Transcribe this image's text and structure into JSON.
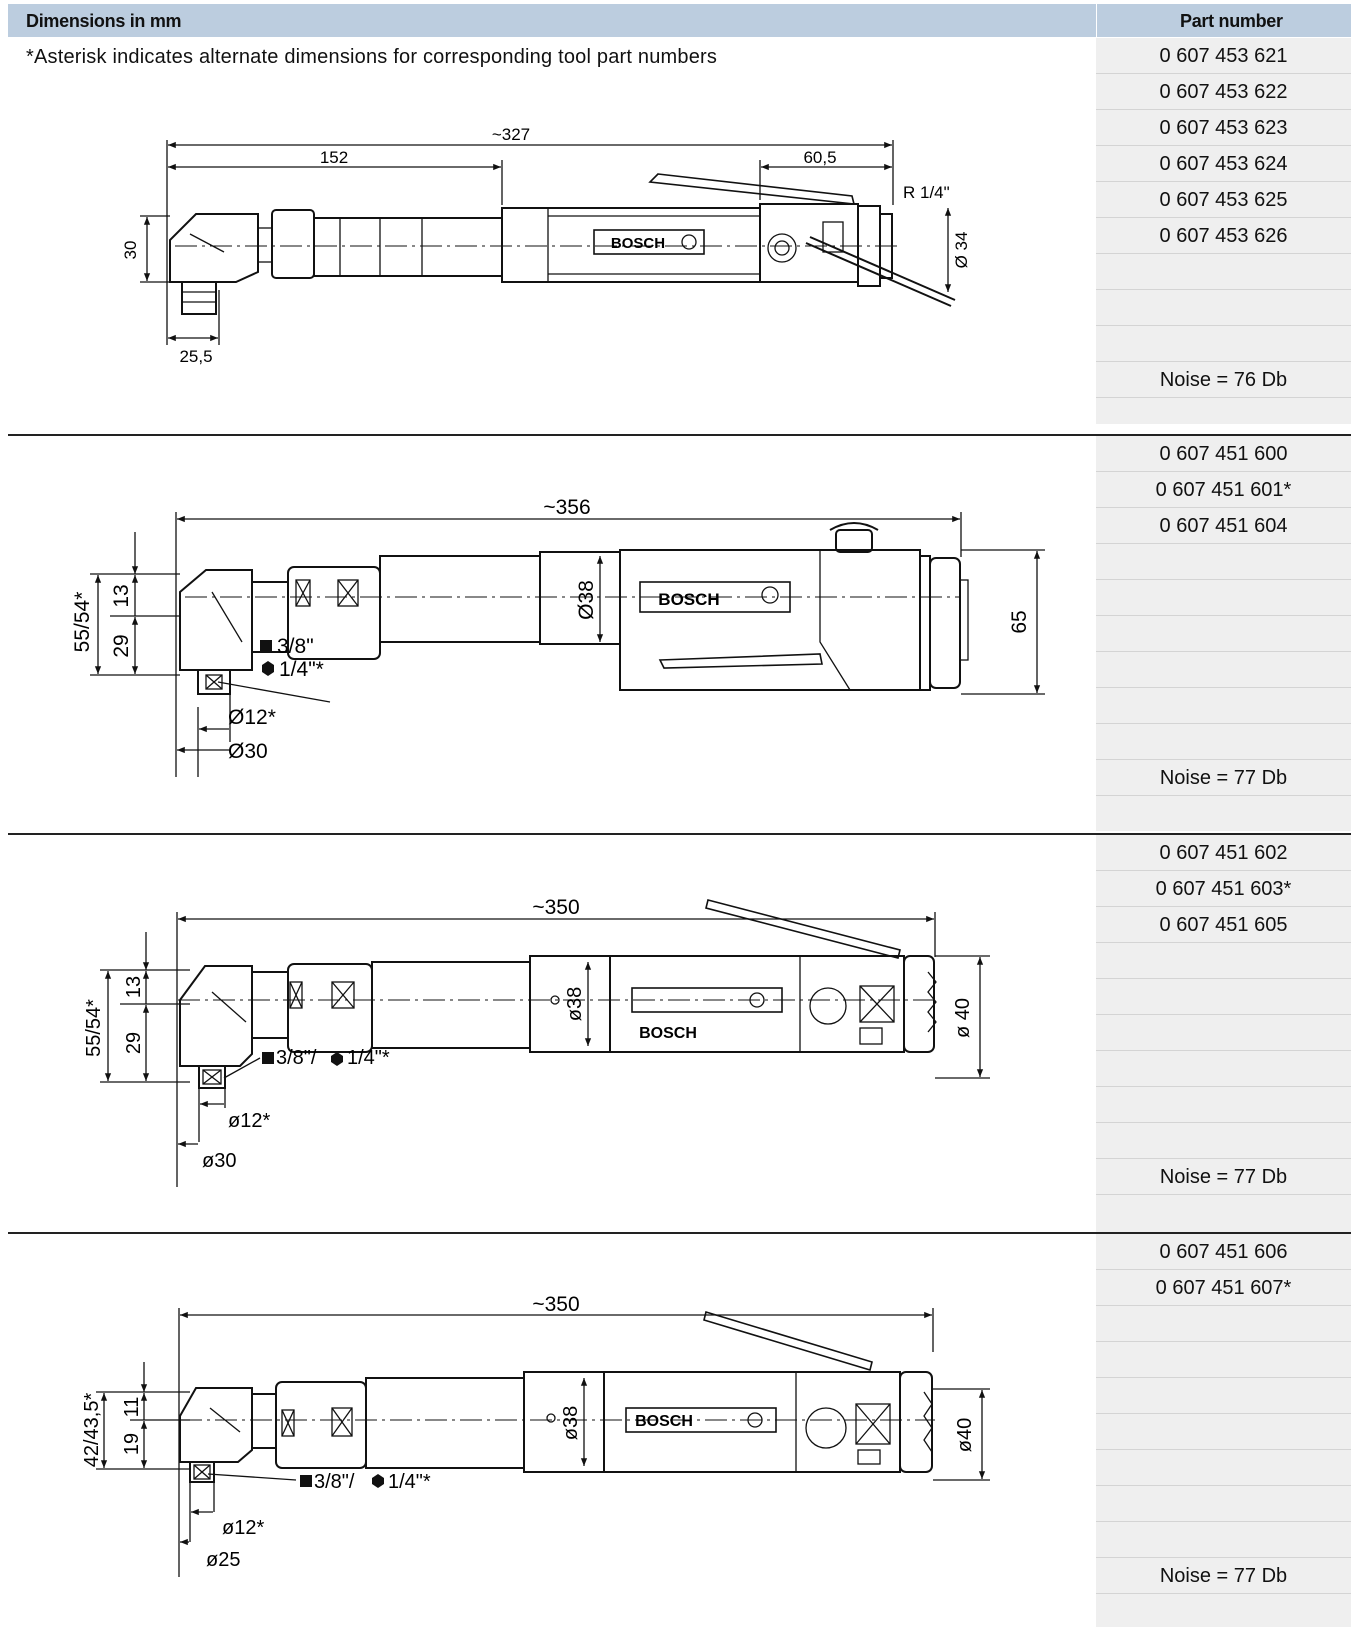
{
  "header": {
    "dimensions_label": "Dimensions in mm",
    "part_number_label": "Part number"
  },
  "note": "*Asterisk indicates alternate dimensions for corresponding tool part numbers",
  "sections": [
    {
      "part_numbers": [
        "0 607 453 621",
        "0 607 453 622",
        "0 607 453 623",
        "0 607 453 624",
        "0 607 453 625",
        "0 607 453 626"
      ],
      "noise": "Noise = 76 Db",
      "dims": {
        "length": "~327",
        "d152": "152",
        "d605": "60,5",
        "thread": "R 1/4\"",
        "dia": "Ø 34",
        "h30": "30",
        "w255": "25,5",
        "brand": "BOSCH"
      }
    },
    {
      "part_numbers": [
        "0 607 451 600",
        "0 607 451 601*",
        "0 607 451 604"
      ],
      "noise": "Noise = 77 Db",
      "dims": {
        "length": "~356",
        "h5554": "55/54*",
        "h13": "13",
        "h29": "29",
        "drive_sq": "3/8\"",
        "drive_hex": "1/4\"*",
        "d12": "Ø12*",
        "d30": "Ø30",
        "d38": "Ø38",
        "h65": "65",
        "brand": "BOSCH"
      }
    },
    {
      "part_numbers": [
        "0 607 451 602",
        "0 607 451 603*",
        "0 607 451 605"
      ],
      "noise": "Noise = 77 Db",
      "dims": {
        "length": "~350",
        "h5554": "55/54*",
        "h13": "13",
        "h29": "29",
        "drive_a": "3/8\"/",
        "drive_b": "1/4\"*",
        "d12": "ø12*",
        "d30": "ø30",
        "d38": "ø38",
        "d40": "ø 40",
        "brand": "BOSCH"
      }
    },
    {
      "part_numbers": [
        "0 607 451 606",
        "0 607 451 607*"
      ],
      "noise": "Noise = 77 Db",
      "dims": {
        "length": "~350",
        "h42": "42/43,5*",
        "h11": "11",
        "h19": "19",
        "drive_a": "3/8\"/",
        "drive_b": "1/4\"*",
        "d12": "ø12*",
        "d25": "ø25",
        "d38": "ø38",
        "d40": "ø40",
        "brand": "BOSCH"
      }
    }
  ]
}
